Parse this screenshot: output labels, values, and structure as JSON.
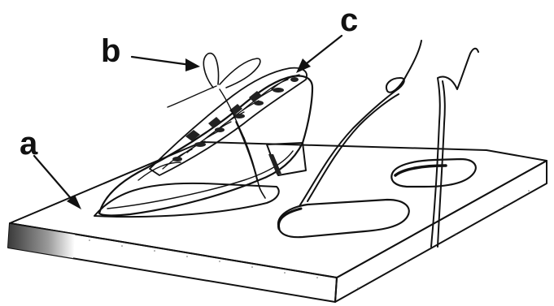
{
  "figure": {
    "callouts": [
      {
        "id": "a",
        "label": "a"
      },
      {
        "id": "b",
        "label": "b"
      },
      {
        "id": "c",
        "label": "c"
      }
    ]
  }
}
